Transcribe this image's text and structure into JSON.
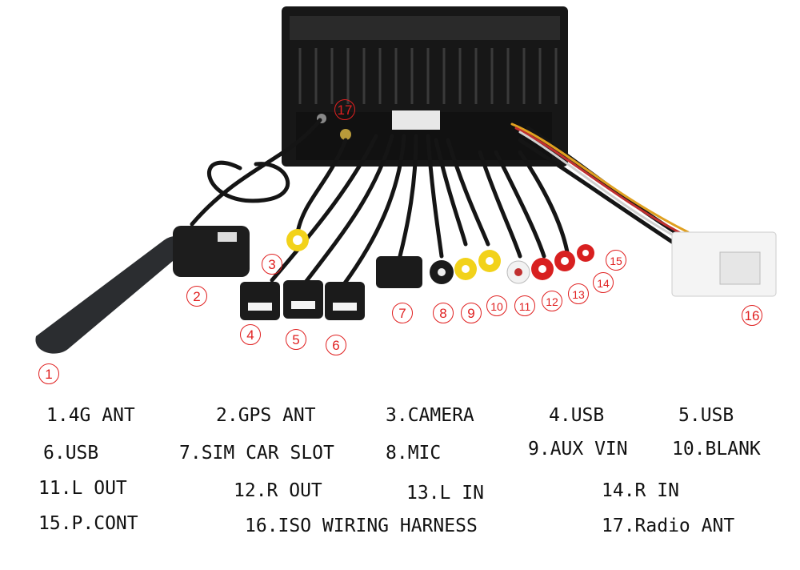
{
  "markers": [
    "1",
    "2",
    "3",
    "4",
    "5",
    "6",
    "7",
    "8",
    "9",
    "10",
    "11",
    "12",
    "13",
    "14",
    "15",
    "16",
    "17"
  ],
  "legend": [
    "1.4G ANT",
    "2.GPS ANT",
    "3.CAMERA",
    "4.USB",
    "5.USB",
    "6.USB",
    "7.SIM CAR SLOT",
    "8.MIC",
    "9.AUX VIN",
    "10.BLANK",
    "11.L OUT",
    "12.R OUT",
    "13.L IN",
    "14.R IN",
    "15.P.CONT",
    "16.ISO WIRING HARNESS",
    "17.Radio ANT"
  ],
  "colors": {
    "marker": "#e02020",
    "chassis": "#1a1a1a",
    "rca_yellow": "#f2d21a",
    "rca_white": "#f2f2f2",
    "rca_red": "#d82020",
    "iso_plug": "#f4f4f4"
  }
}
